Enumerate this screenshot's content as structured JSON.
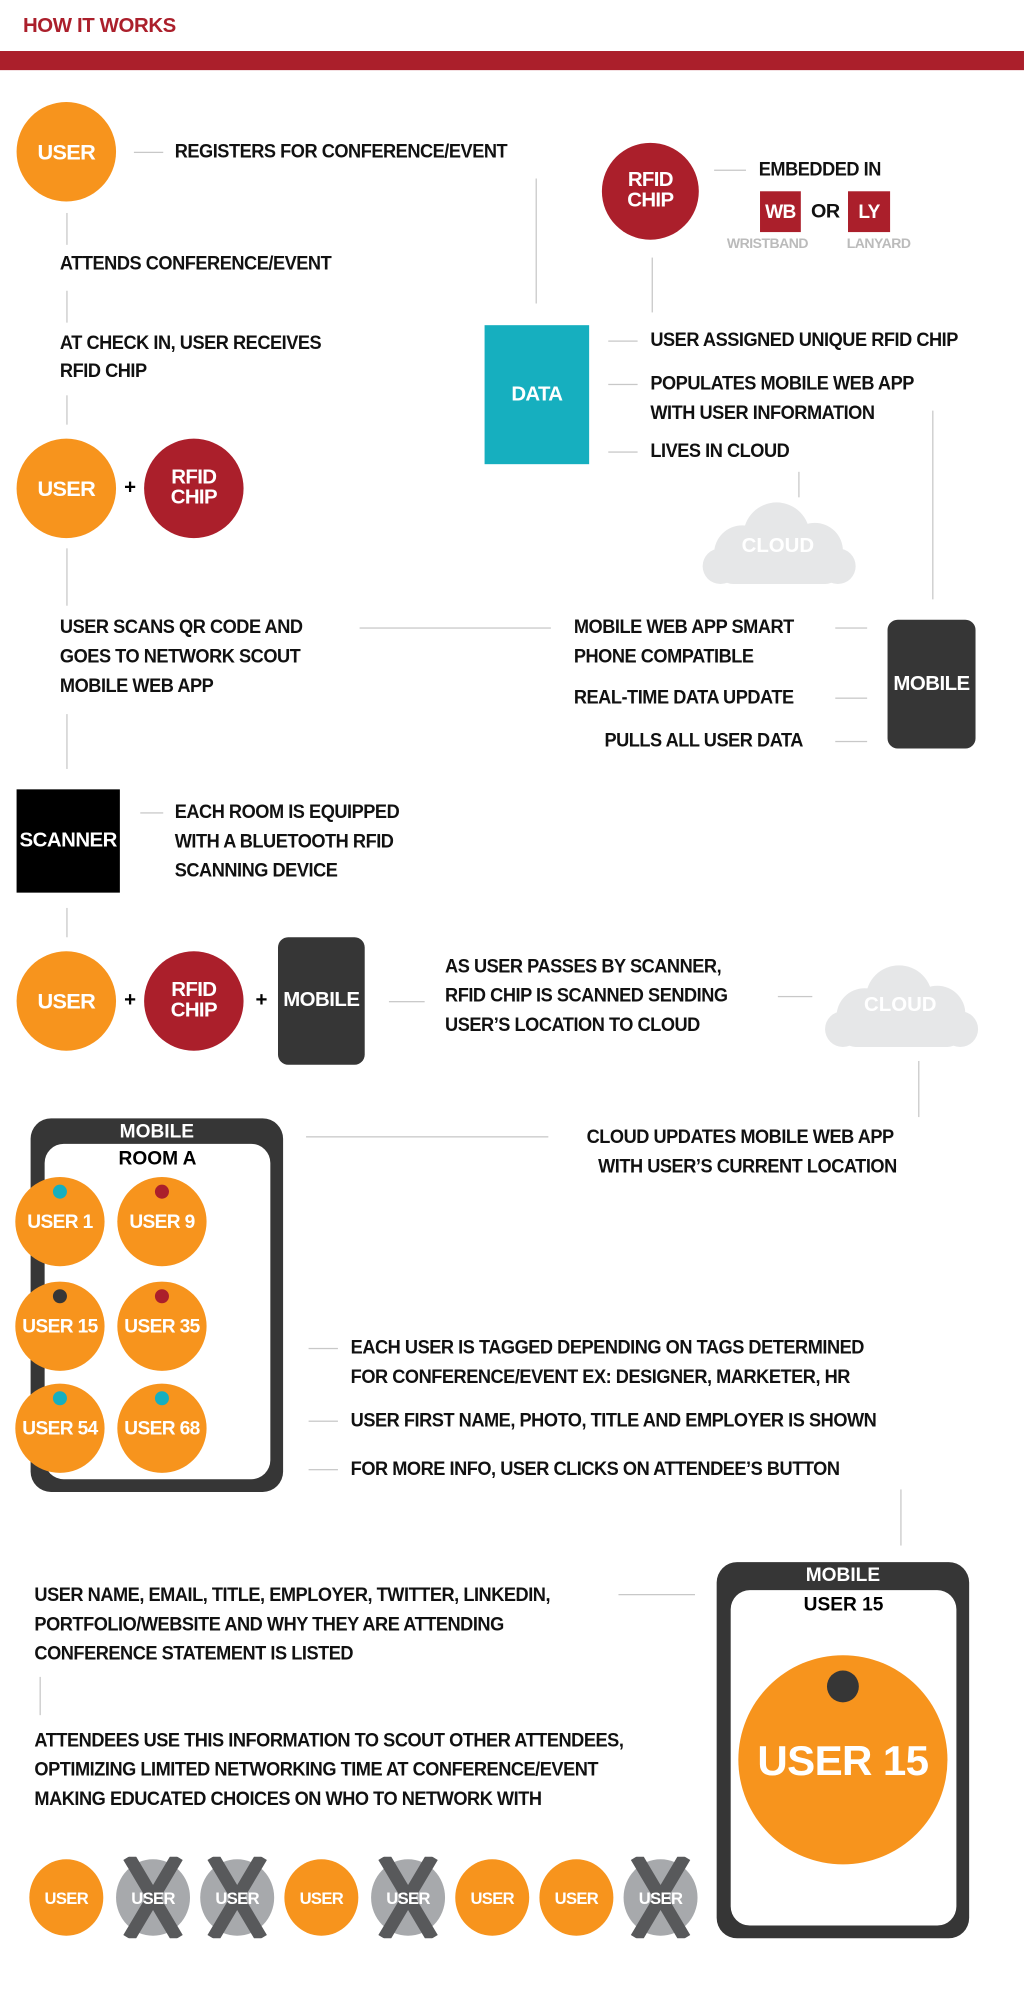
{
  "header": {
    "title": "HOW IT WORKS"
  },
  "colors": {
    "accent_red": "#ab1f2b",
    "orange": "#f7941d",
    "teal": "#16afbf",
    "dark": "#363636",
    "gray": "#a7a9ac",
    "cloud": "#e6e7e8"
  },
  "labels": {
    "user": "USER",
    "rfid": [
      "RFID",
      "CHIP"
    ],
    "data": "DATA",
    "cloud": "CLOUD",
    "mobile": "MOBILE",
    "scanner": "SCANNER",
    "plus": "+",
    "wb": "WB",
    "ly": "LY",
    "or": "OR",
    "wristband": "WRISTBAND",
    "lanyard": "LANYARD"
  },
  "steps": {
    "registers": "REGISTERS FOR CONFERENCE/EVENT",
    "attends": "ATTENDS CONFERENCE/EVENT",
    "checkin": [
      "AT CHECK IN, USER RECEIVES",
      "RFID CHIP"
    ],
    "embedded": "EMBEDDED IN",
    "data_items": [
      "USER ASSIGNED UNIQUE RFID CHIP",
      [
        "POPULATES MOBILE WEB APP",
        "WITH USER INFORMATION"
      ],
      "LIVES IN CLOUD"
    ],
    "scans_qr": [
      "USER SCANS QR CODE AND",
      "GOES TO NETWORK SCOUT",
      "MOBILE WEB APP"
    ],
    "mobile_items": [
      [
        "MOBILE WEB APP SMART",
        "PHONE COMPATIBLE"
      ],
      "REAL-TIME DATA UPDATE",
      "PULLS ALL USER DATA"
    ],
    "scanner_desc": [
      "EACH ROOM IS EQUIPPED",
      "WITH A BLUETOOTH RFID",
      "SCANNING DEVICE"
    ],
    "passes": [
      "AS USER PASSES BY SCANNER,",
      "RFID CHIP IS SCANNED SENDING",
      "USER’S LOCATION TO CLOUD"
    ],
    "cloud_updates": [
      "CLOUD UPDATES MOBILE WEB APP",
      "WITH USER’S CURRENT LOCATION"
    ],
    "tagged": [
      "EACH USER IS TAGGED DEPENDING ON TAGS DETERMINED",
      "FOR CONFERENCE/EVENT EX: DESIGNER, MARKETER, HR"
    ],
    "shown": "USER FIRST NAME, PHOTO, TITLE AND EMPLOYER IS SHOWN",
    "more_info": "FOR MORE INFO, USER CLICKS ON ATTENDEE’S BUTTON",
    "listed": [
      "USER NAME, EMAIL, TITLE, EMPLOYER, TWITTER, LINKEDIN,",
      "PORTFOLIO/WEBSITE AND WHY THEY ARE ATTENDING",
      "CONFERENCE STATEMENT IS LISTED"
    ],
    "scout": [
      "ATTENDEES USE THIS INFORMATION TO SCOUT OTHER ATTENDEES,",
      "OPTIMIZING LIMITED NETWORKING TIME AT CONFERENCE/EVENT",
      "MAKING EDUCATED CHOICES ON WHO TO NETWORK WITH"
    ]
  },
  "room": {
    "title": "ROOM A",
    "users": [
      {
        "label": "USER 1",
        "tag": "#16afbf"
      },
      {
        "label": "USER 9",
        "tag": "#ab1f2b"
      },
      {
        "label": "USER 15",
        "tag": "#363636"
      },
      {
        "label": "USER 35",
        "tag": "#ab1f2b"
      },
      {
        "label": "USER 54",
        "tag": "#16afbf"
      },
      {
        "label": "USER 68",
        "tag": "#16afbf"
      }
    ]
  },
  "detail": {
    "title": "USER 15",
    "big": "USER 15"
  },
  "bottom_row": [
    {
      "label": "USER",
      "rejected": false
    },
    {
      "label": "USER",
      "rejected": true
    },
    {
      "label": "USER",
      "rejected": true
    },
    {
      "label": "USER",
      "rejected": false
    },
    {
      "label": "USER",
      "rejected": true
    },
    {
      "label": "USER",
      "rejected": false
    },
    {
      "label": "USER",
      "rejected": false
    },
    {
      "label": "USER",
      "rejected": true
    }
  ]
}
